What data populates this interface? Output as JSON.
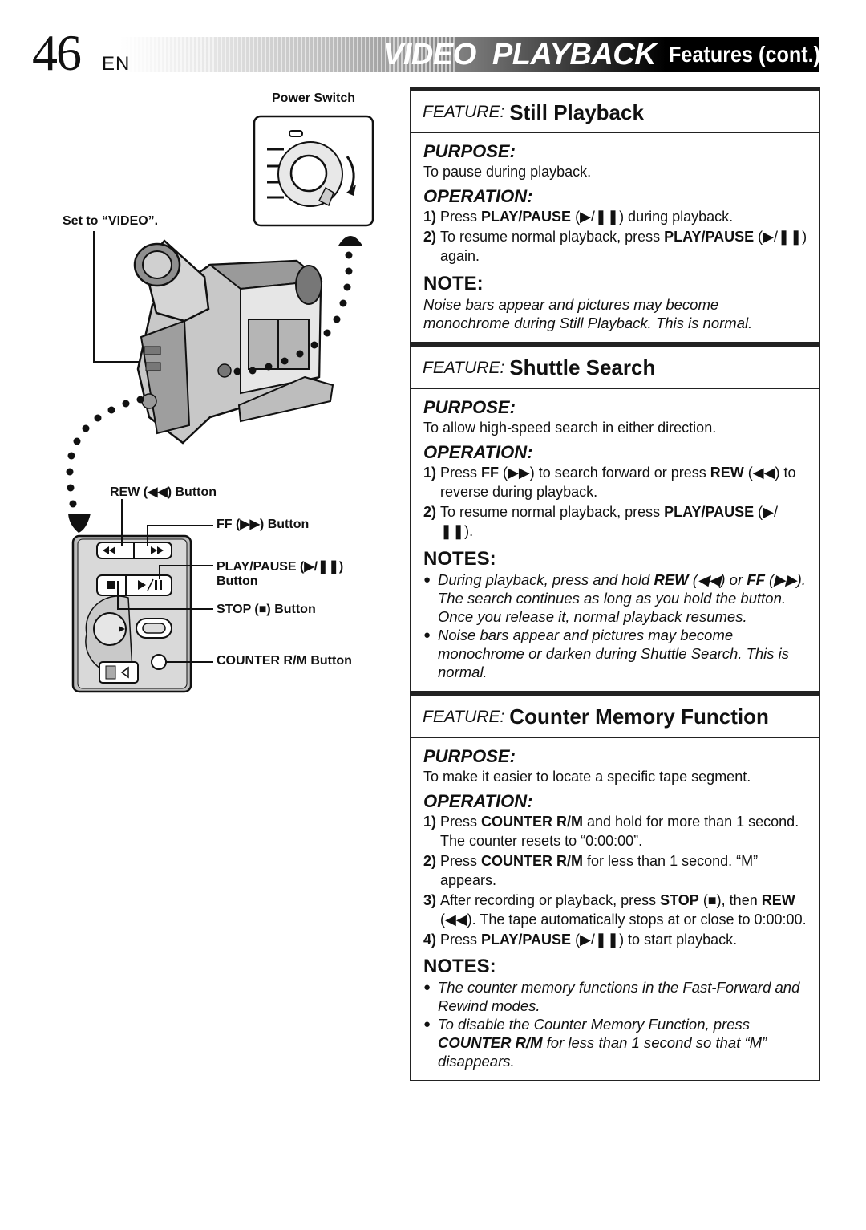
{
  "header": {
    "page_number": "46",
    "language": "EN",
    "title": "VIDEO  PLAYBACK",
    "subtitle": "Features (cont.)"
  },
  "illustration": {
    "power_switch": "Power Switch",
    "set_to_video": "Set to “VIDEO”.",
    "rew_button": "REW (◀◀) Button",
    "ff_button": "FF (▶▶) Button",
    "play_pause_button_line1": "PLAY/PAUSE (▶/❚❚)",
    "play_pause_button_line2": "Button",
    "stop_button": "STOP (■) Button",
    "counter_button": "COUNTER R/M Button"
  },
  "features": [
    {
      "keyword": "FEATURE:",
      "name": "Still Playback",
      "purpose_heading": "PURPOSE:",
      "purpose": "To pause during playback.",
      "operation_heading": "OPERATION:",
      "steps": [
        {
          "n": "1)",
          "pre": "Press ",
          "b": "PLAY/PAUSE",
          "post": " (▶/❚❚) during playback."
        },
        {
          "n": "2)",
          "pre": "To resume normal playback, press ",
          "b": "PLAY/PAUSE",
          "post": " (▶/❚❚) again."
        }
      ],
      "note_heading": "NOTE:",
      "note": "Noise bars appear and pictures may become monochrome during Still Playback. This is normal."
    },
    {
      "keyword": "FEATURE:",
      "name": "Shuttle Search",
      "purpose_heading": "PURPOSE:",
      "purpose": "To allow high-speed search in either direction.",
      "operation_heading": "OPERATION:",
      "step1_pre": "Press ",
      "step1_b1": "FF",
      "step1_mid": " (▶▶) to search forward or press ",
      "step1_b2": "REW",
      "step1_post": " (◀◀) to reverse during playback.",
      "step2_pre": "To resume normal playback, press ",
      "step2_b": "PLAY/PAUSE",
      "step2_post": " (▶/❚❚).",
      "notes_heading": "NOTES:",
      "note1_pre": "During playback, press and hold ",
      "note1_b1": "REW",
      "note1_mid": " (◀◀) or ",
      "note1_b2": "FF",
      "note1_post": " (▶▶). The search continues as long as you hold the button. Once you release it, normal playback resumes.",
      "note2": "Noise bars appear and pictures may become monochrome or darken during Shuttle Search. This is normal."
    },
    {
      "keyword": "FEATURE:",
      "name": "Counter Memory Function",
      "purpose_heading": "PURPOSE:",
      "purpose": "To make it easier to locate a specific tape segment.",
      "operation_heading": "OPERATION:",
      "step1_pre": "Press ",
      "step1_b": "COUNTER R/M",
      "step1_post": " and hold for more than 1 second. The counter resets to “0:00:00”.",
      "step2_pre": "Press ",
      "step2_b": "COUNTER R/M",
      "step2_post": " for less than 1 second. “M” appears.",
      "step3_pre": "After recording or playback, press ",
      "step3_b1": "STOP",
      "step3_mid": " (■), then ",
      "step3_b2": "REW",
      "step3_post": " (◀◀). The tape automatically stops at or close to 0:00:00.",
      "step4_pre": "Press ",
      "step4_b": "PLAY/PAUSE",
      "step4_post": " (▶/❚❚) to start playback.",
      "notes_heading": "NOTES:",
      "note1": "The counter memory functions in the Fast-Forward and Rewind modes.",
      "note2_pre": "To disable the Counter Memory Function, press ",
      "note2_b": "COUNTER R/M",
      "note2_post": " for less than 1 second so that “M” disappears."
    }
  ]
}
